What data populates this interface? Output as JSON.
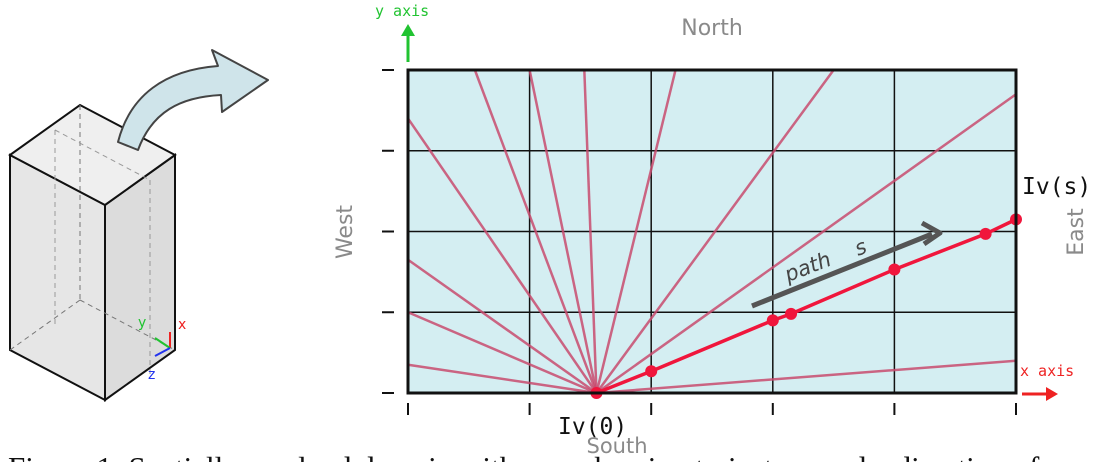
{
  "labels": {
    "north": "North",
    "south": "South",
    "west": "West",
    "east": "East",
    "y_axis": "y axis",
    "x_axis": "x axis",
    "iv0": "Iv(0)",
    "ivs": "Iv(s)",
    "path": "path",
    "path_vec": "s",
    "axes_small": {
      "x": "x",
      "y": "y",
      "z": "z"
    }
  },
  "caption": "Figure 1: Spatially resolved domain with rays showing trajectory and a direction of",
  "colors": {
    "grid_fill": "#d4eef2",
    "ray": "#c84b6e",
    "path": "#f0163c",
    "arrow_green": "#21c331",
    "arrow_red": "#ee2222",
    "path_arrow": "#555555",
    "label_gray": "#8a8a8a"
  },
  "diagram": {
    "grid": {
      "cols": 5,
      "rows": 4
    },
    "ray_origin": [
      1.55,
      0
    ],
    "ray_ends": [
      [
        0,
        3.4
      ],
      [
        0.55,
        4
      ],
      [
        1.0,
        4
      ],
      [
        1.45,
        4
      ],
      [
        2.2,
        4
      ],
      [
        3.5,
        4
      ],
      [
        5,
        3.7
      ],
      [
        0,
        1.65
      ],
      [
        0,
        1.0
      ],
      [
        0,
        0.35
      ],
      [
        5,
        0.4
      ]
    ],
    "path_points": [
      [
        1.55,
        0
      ],
      [
        2.0,
        0.27
      ],
      [
        3.0,
        0.9
      ],
      [
        3.15,
        0.98
      ],
      [
        4.0,
        1.53
      ],
      [
        4.75,
        1.97
      ],
      [
        5.0,
        2.15
      ]
    ]
  }
}
